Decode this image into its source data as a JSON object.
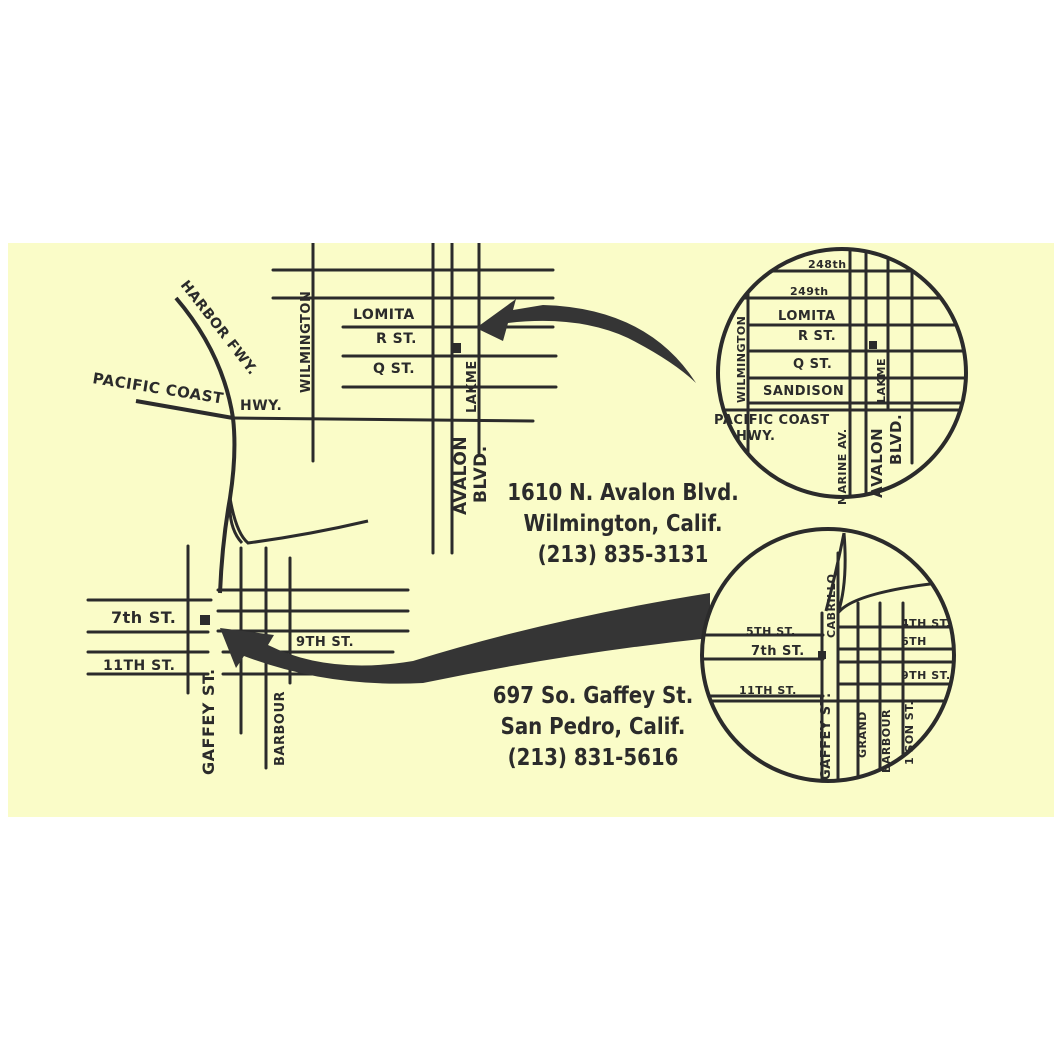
{
  "map": {
    "large": {
      "north": {
        "harbor_fwy": "HARBOR FWY.",
        "pacific_coast": "PACIFIC COAST",
        "hwy": "HWY.",
        "wilmington": "WILMINGTON",
        "lomita": "LOMITA",
        "r_st": "R ST.",
        "q_st": "Q ST.",
        "lakme": "LAKME",
        "avalon": "AVALON",
        "blvd": "BLVD."
      },
      "south": {
        "seventh_st": "7th ST.",
        "eleventh_st": "11TH ST.",
        "ninth_st": "9TH ST.",
        "gaffey_st": "GAFFEY ST.",
        "barbour": "BARBOUR"
      }
    },
    "inset_north": {
      "s248th": "248th",
      "s249th": "249th",
      "wilmington": "WILMINGTON",
      "lomita": "LOMITA",
      "r_st": "R ST.",
      "q_st": "Q ST.",
      "sandison": "SANDISON",
      "pacific_coast": "PACIFIC COAST",
      "hwy": "HWY.",
      "marine_av": "MARINE AV.",
      "avalon": "AVALON",
      "blvd": "BLVD.",
      "lakme": "LAKME"
    },
    "inset_south": {
      "cabrillo": "CABRILLO",
      "fifth_st": "5TH ST.",
      "fourth_st": "4TH ST.",
      "sixth": "6TH",
      "seventh_st": "7th ST.",
      "ninth_st": "9TH ST.",
      "eleventh_st": "11TH ST.",
      "gaffey_st": "GAFFEY ST.",
      "grand": "GRAND",
      "barbour": "BARBOUR",
      "wilson_st": "1 SON ST."
    }
  },
  "locations": {
    "wilmington": {
      "address": "1610 N. Avalon Blvd.",
      "city": "Wilmington, Calif.",
      "phone": "(213) 835-3131"
    },
    "san_pedro": {
      "address": "697 So. Gaffey St.",
      "city": "San Pedro, Calif.",
      "phone": "(213) 831-5616"
    }
  }
}
